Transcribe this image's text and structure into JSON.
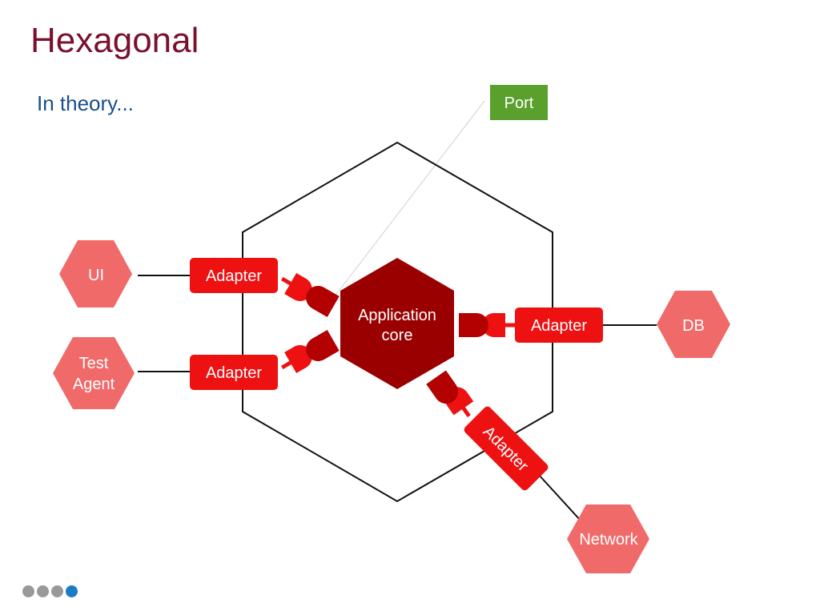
{
  "slide": {
    "title": "Hexagonal",
    "subtitle": "In theory..."
  },
  "diagram": {
    "port_callout": "Port",
    "core_label_line1": "Application",
    "core_label_line2": "core",
    "adapter_label": "Adapter",
    "external": {
      "ui": "UI",
      "test_agent_line1": "Test",
      "test_agent_line2": "Agent",
      "db": "DB",
      "network": "Network"
    }
  },
  "colors": {
    "title": "#7a1030",
    "subtitle": "#1a4f8a",
    "core": "#9b0000",
    "adapter": "#ee1111",
    "external": "#f06a6a",
    "port_callout": "#5aa02c",
    "plug": "#ee1111",
    "socket": "#b30000"
  },
  "pagination": {
    "total": 4,
    "current": 4,
    "inactive_color": "#999999",
    "active_color": "#1a7cc7"
  }
}
